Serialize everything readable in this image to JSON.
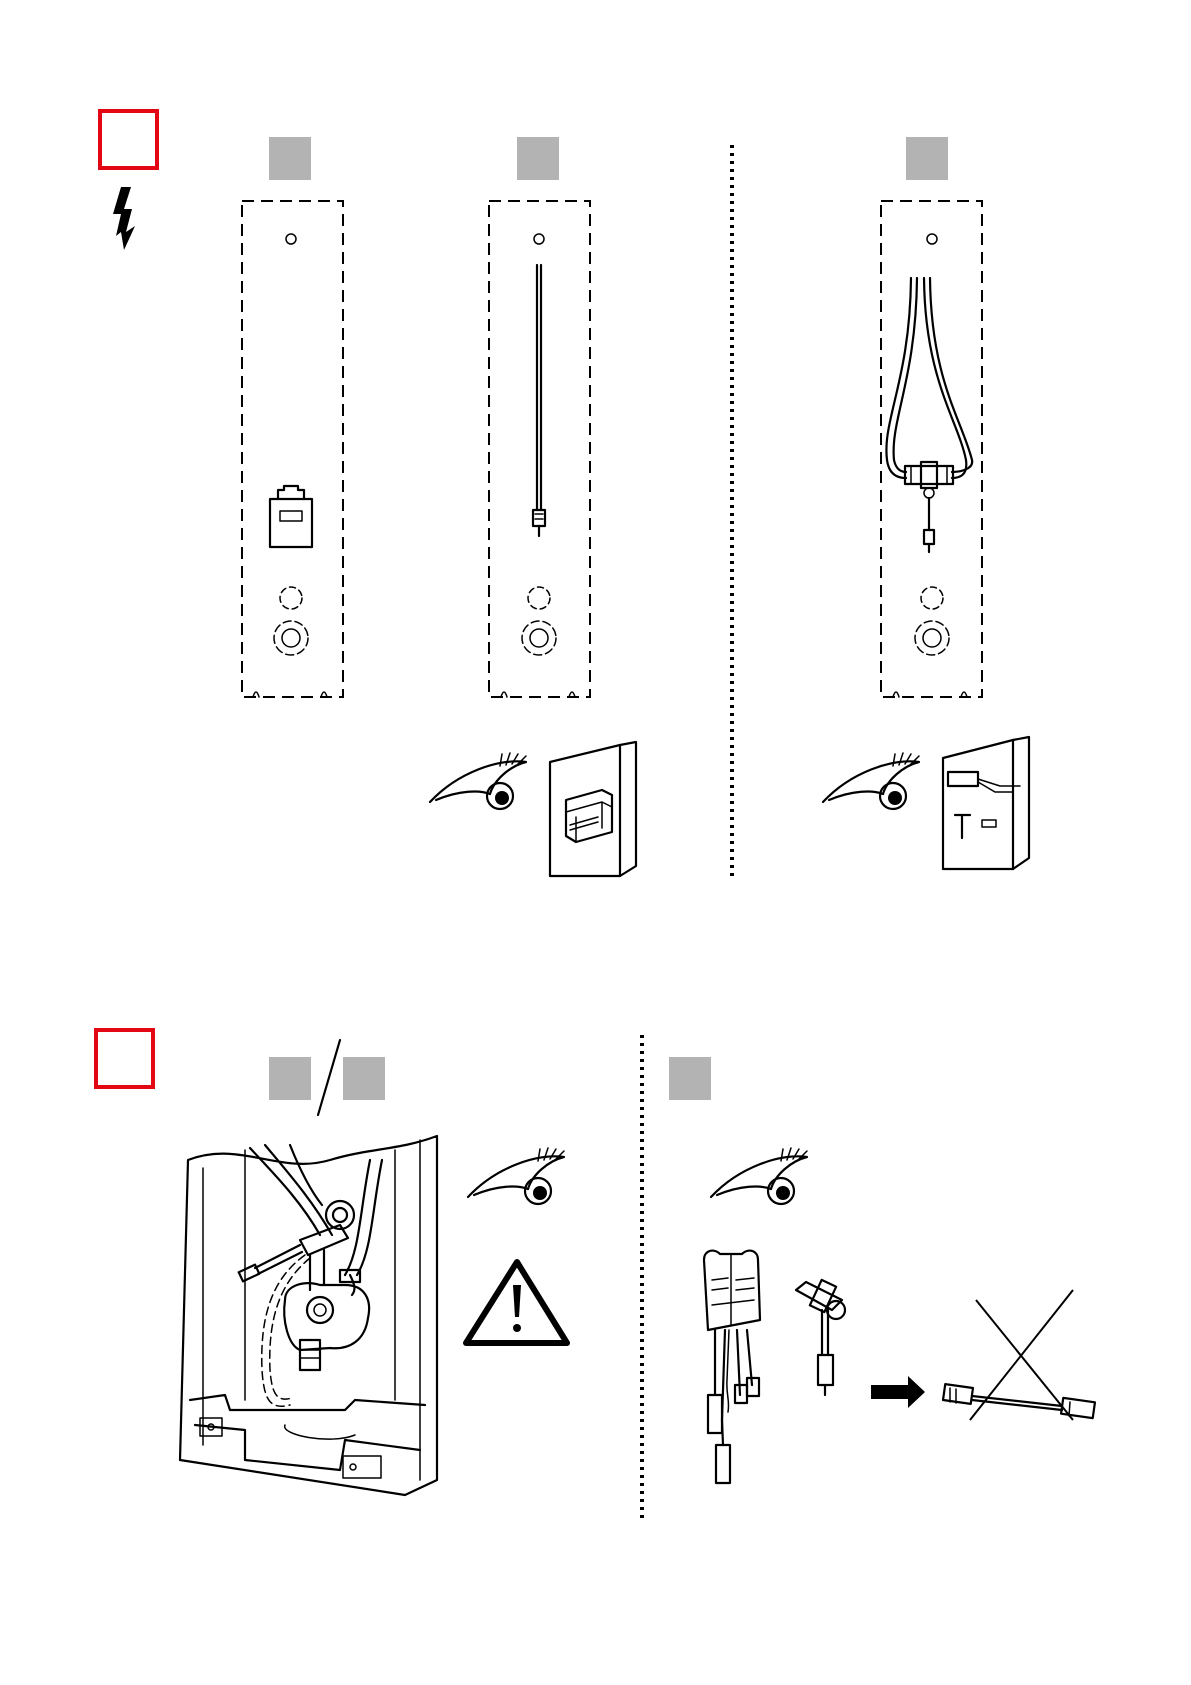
{
  "colors": {
    "step_box": "#e30613",
    "variant_tag": "#b3b3b3",
    "line": "#000000"
  },
  "icons": {
    "step1_symbol": "lightning-bolt-icon",
    "observe": "eye-icon",
    "caution": "warning-triangle-icon",
    "prohibited": "cross-out-icon",
    "direction": "arrow-right-icon"
  },
  "step1": {
    "panels": [
      {
        "variant": "battery-unit"
      },
      {
        "variant": "single-cable"
      },
      {
        "variant": "y-cable-splitter"
      }
    ],
    "booklets": [
      {
        "content": "din-rail-power-supply"
      },
      {
        "content": "junction-box-and-t-connector"
      }
    ]
  },
  "step2": {
    "left": {
      "content": "install-box-with-valve-and-cables"
    },
    "right": {
      "content": "junction-box-t-connector-and-prohibited-extension-cable"
    }
  }
}
